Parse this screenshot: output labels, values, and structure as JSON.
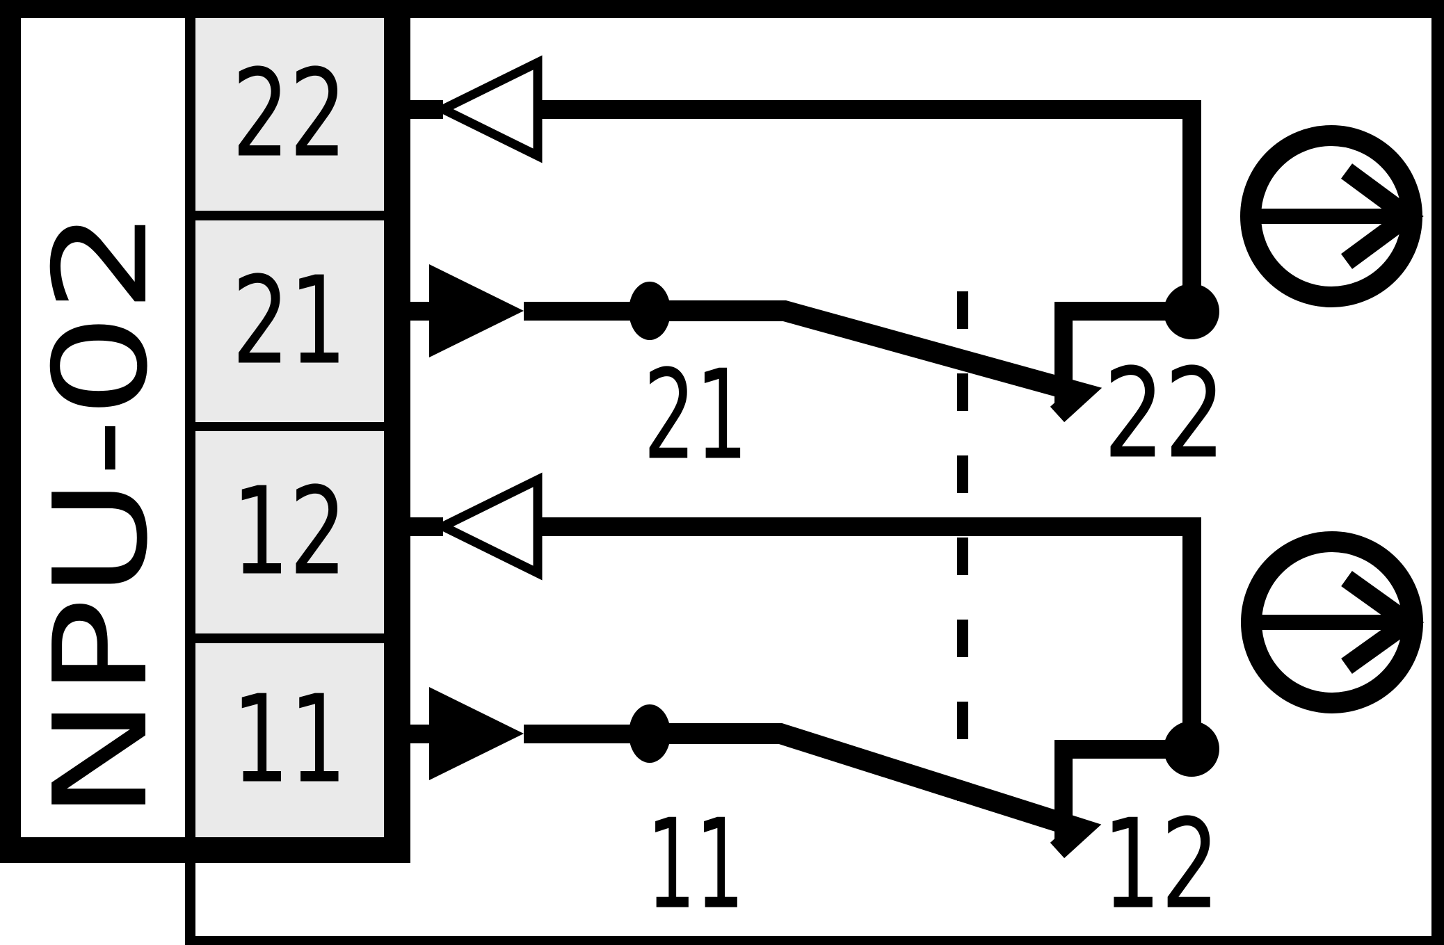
{
  "device_label": "NPU-02",
  "terminal_block": {
    "terminals": [
      {
        "label": "22"
      },
      {
        "label": "21"
      },
      {
        "label": "12"
      },
      {
        "label": "11"
      }
    ]
  },
  "contact_labels": {
    "top_moving": "21",
    "top_fixed": "22",
    "bottom_moving": "11",
    "bottom_fixed": "12"
  },
  "icons": {
    "hollow_left_arrow": "release-direction-arrow",
    "filled_right_arrow": "actuation-direction-arrow",
    "circle_arrow": "actuator-plunger-symbol",
    "dashed_line": "mechanical-link"
  },
  "colors": {
    "line": "#000000",
    "terminal_fill": "#eaeaea",
    "background": "#ffffff"
  }
}
